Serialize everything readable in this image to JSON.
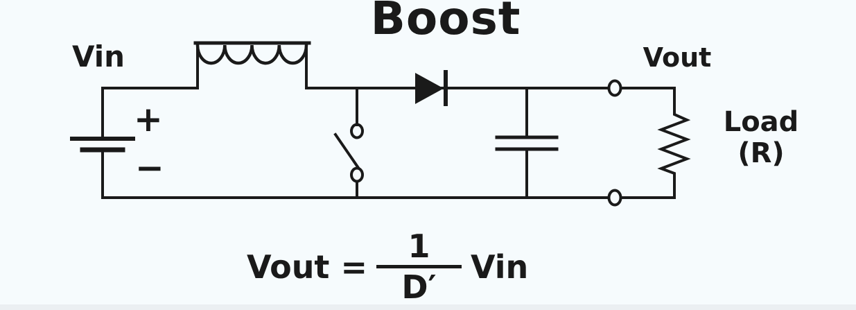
{
  "title": "Boost",
  "diagram": {
    "vin_label": "Vin",
    "vout_label": "Vout",
    "load_label_line1": "Load",
    "load_label_line2": "(R)",
    "battery_plus": "+",
    "battery_minus": "−",
    "components": [
      "battery-symbol",
      "inductor-symbol",
      "switch-symbol",
      "diode-symbol",
      "capacitor-symbol",
      "output-terminal-top",
      "output-terminal-bottom",
      "load-resistor-symbol"
    ]
  },
  "formula": {
    "lhs": "Vout =",
    "numerator": "1",
    "denominator": "D′",
    "rhs": "Vin"
  },
  "colors": {
    "ink": "#1a1a1a",
    "background": "#f6fbfd",
    "bottom_band": "#e7ebee"
  }
}
